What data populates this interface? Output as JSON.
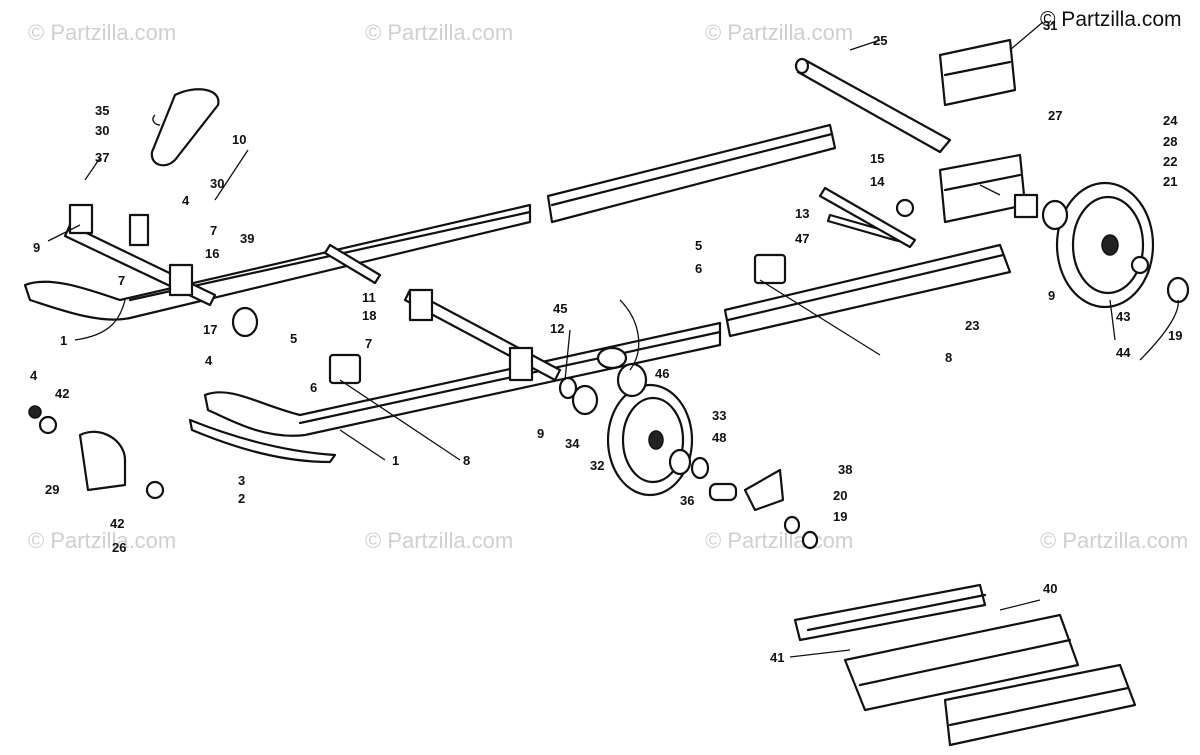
{
  "brand": "© Partzilla.com",
  "watermark": "© Partzilla.com",
  "callouts": [
    "1",
    "1",
    "2",
    "3",
    "4",
    "4",
    "4",
    "5",
    "5",
    "6",
    "6",
    "7",
    "7",
    "7",
    "8",
    "8",
    "9",
    "9",
    "9",
    "10",
    "11",
    "12",
    "13",
    "14",
    "15",
    "16",
    "17",
    "18",
    "19",
    "19",
    "20",
    "21",
    "22",
    "23",
    "24",
    "25",
    "26",
    "27",
    "28",
    "29",
    "30",
    "30",
    "31",
    "32",
    "33",
    "34",
    "35",
    "36",
    "37",
    "38",
    "39",
    "40",
    "41",
    "42",
    "42",
    "43",
    "44",
    "45",
    "46",
    "47",
    "48"
  ],
  "colors": {
    "ink": "#111111",
    "watermark": "#cfcfcf",
    "background": "#ffffff"
  }
}
